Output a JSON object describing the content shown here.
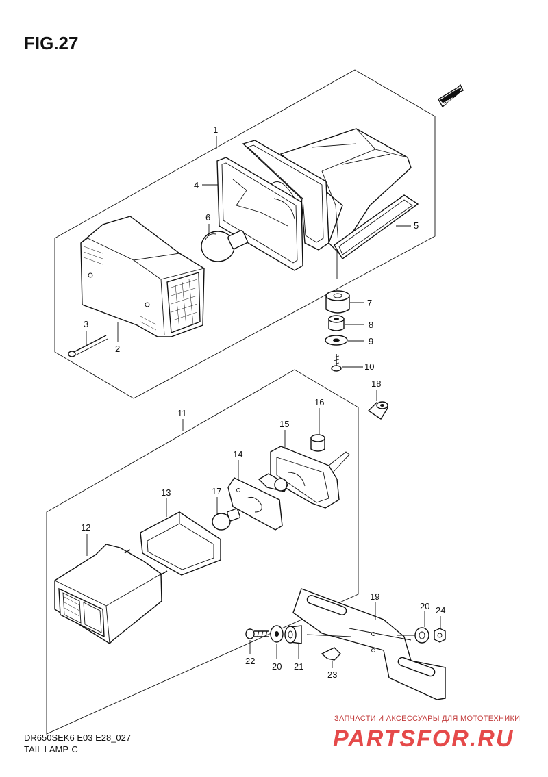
{
  "figure": {
    "title": "FIG.27",
    "fwd_label": "FWD"
  },
  "callouts": [
    "1",
    "2",
    "3",
    "4",
    "5",
    "6",
    "7",
    "8",
    "9",
    "10",
    "11",
    "12",
    "13",
    "14",
    "15",
    "16",
    "17",
    "18",
    "19",
    "20",
    "20",
    "21",
    "22",
    "23",
    "24"
  ],
  "caption": {
    "model_code": "DR650SEK6 E03 E28_027",
    "section_name": "TAIL LAMP-C"
  },
  "watermark": {
    "subtitle": "ЗАПЧАСТИ И АКСЕССУАРЫ ДЛЯ МОТОТЕХНИКИ",
    "brand": "PARTSFOR.RU",
    "color": "#e54a4a"
  }
}
